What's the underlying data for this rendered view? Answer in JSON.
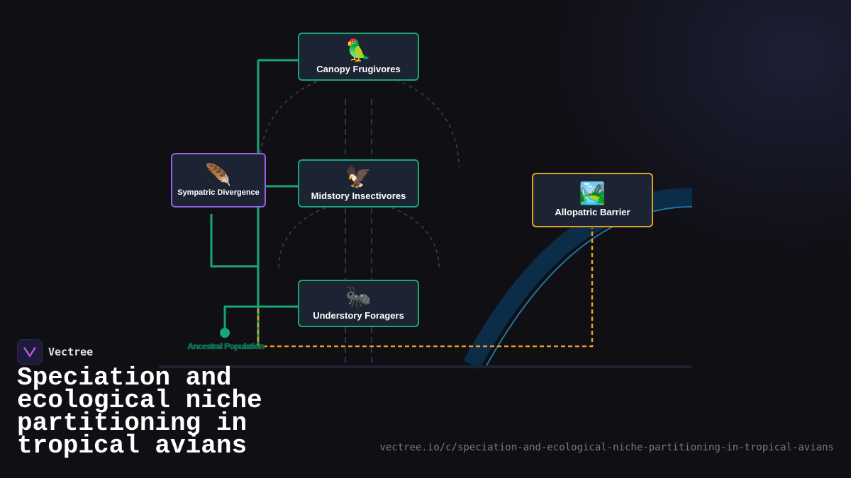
{
  "brand": {
    "name": "Vectree",
    "logo_icon": "vectree-logo-icon"
  },
  "title": "Speciation and ecological niche partitioning in tropical avians",
  "url": "vectree.io/c/speciation-and-ecological-niche-partitioning-in-tropical-avians",
  "diagram": {
    "ancestral_label": "Ancestral Population",
    "nodes": [
      {
        "id": "canopy",
        "label": "Canopy Frugivores",
        "emoji": "🦜",
        "icon": "parrot-icon"
      },
      {
        "id": "sympatric",
        "label": "Sympatric Divergence",
        "emoji": "🪶",
        "icon": "feather-icon"
      },
      {
        "id": "midstory",
        "label": "Midstory Insectivores",
        "emoji": "🦅",
        "icon": "eagle-icon"
      },
      {
        "id": "understory",
        "label": "Understory Foragers",
        "emoji": "🐜",
        "icon": "ant-icon"
      },
      {
        "id": "allopatric",
        "label": "Allopatric Barrier",
        "emoji": "🏞️",
        "icon": "river-landscape-icon"
      }
    ]
  },
  "colors": {
    "background": "#0f0f14",
    "green": "#18a57a",
    "purple": "#9b5de5",
    "orange": "#e6a020",
    "river": "#0b3a5c"
  }
}
